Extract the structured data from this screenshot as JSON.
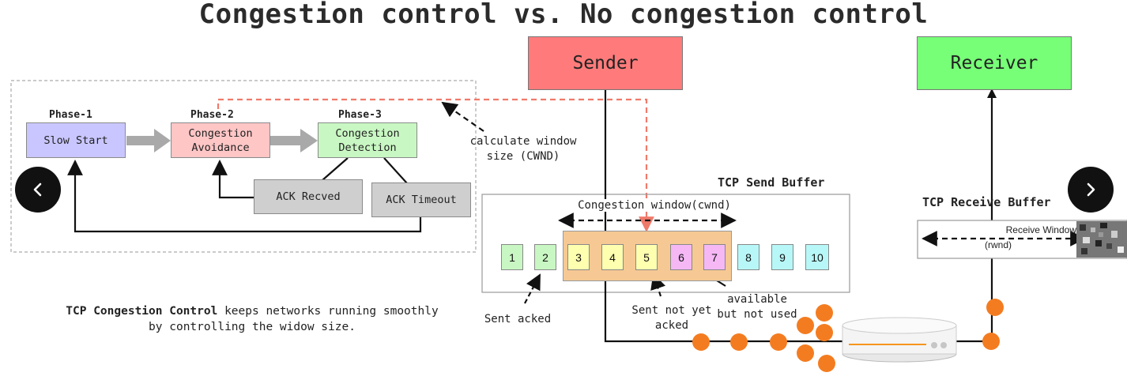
{
  "title": "Congestion control vs. No congestion control",
  "phases": {
    "phase1_label": "Phase-1",
    "phase2_label": "Phase-2",
    "phase3_label": "Phase-3",
    "slow_start": "Slow Start",
    "congestion_avoidance": "Congestion Avoidance",
    "congestion_detection": "Congestion Detection",
    "ack_received": "ACK Recved",
    "ack_timeout": "ACK Timeout"
  },
  "calc_window_note": "calculate window size (CWND)",
  "description": {
    "bold": "TCP Congestion Control",
    "rest": " keeps networks running smoothly by controlling the widow size."
  },
  "sender": "Sender",
  "receiver": "Receiver",
  "send_buffer": {
    "title": "TCP Send Buffer",
    "cwnd_label": "Congestion window(cwnd)",
    "packets": [
      "1",
      "2",
      "3",
      "4",
      "5",
      "6",
      "7",
      "8",
      "9",
      "10"
    ]
  },
  "receive_buffer": {
    "title": "TCP Receive Buffer",
    "window_label": "Receive Window",
    "window_abbr": "(rwnd)"
  },
  "annotations": {
    "sent_acked": "Sent acked",
    "sent_not_acked": "Sent not yet acked",
    "available": "available but not used"
  },
  "colors": {
    "sender_bg": "#ff7b7b",
    "receiver_bg": "#77ff77",
    "slow_start_bg": "#c9c6ff",
    "avoidance_bg": "#ffc6c6",
    "detection_bg": "#c9f7c3",
    "ack_bg": "#cfcfcf",
    "cwnd_bg": "#f6c894",
    "packet_orange": "#f47c20",
    "dashed_red": "#f07a6a"
  },
  "carousel": {
    "prev": "chevron-left-icon",
    "next": "chevron-right-icon"
  }
}
